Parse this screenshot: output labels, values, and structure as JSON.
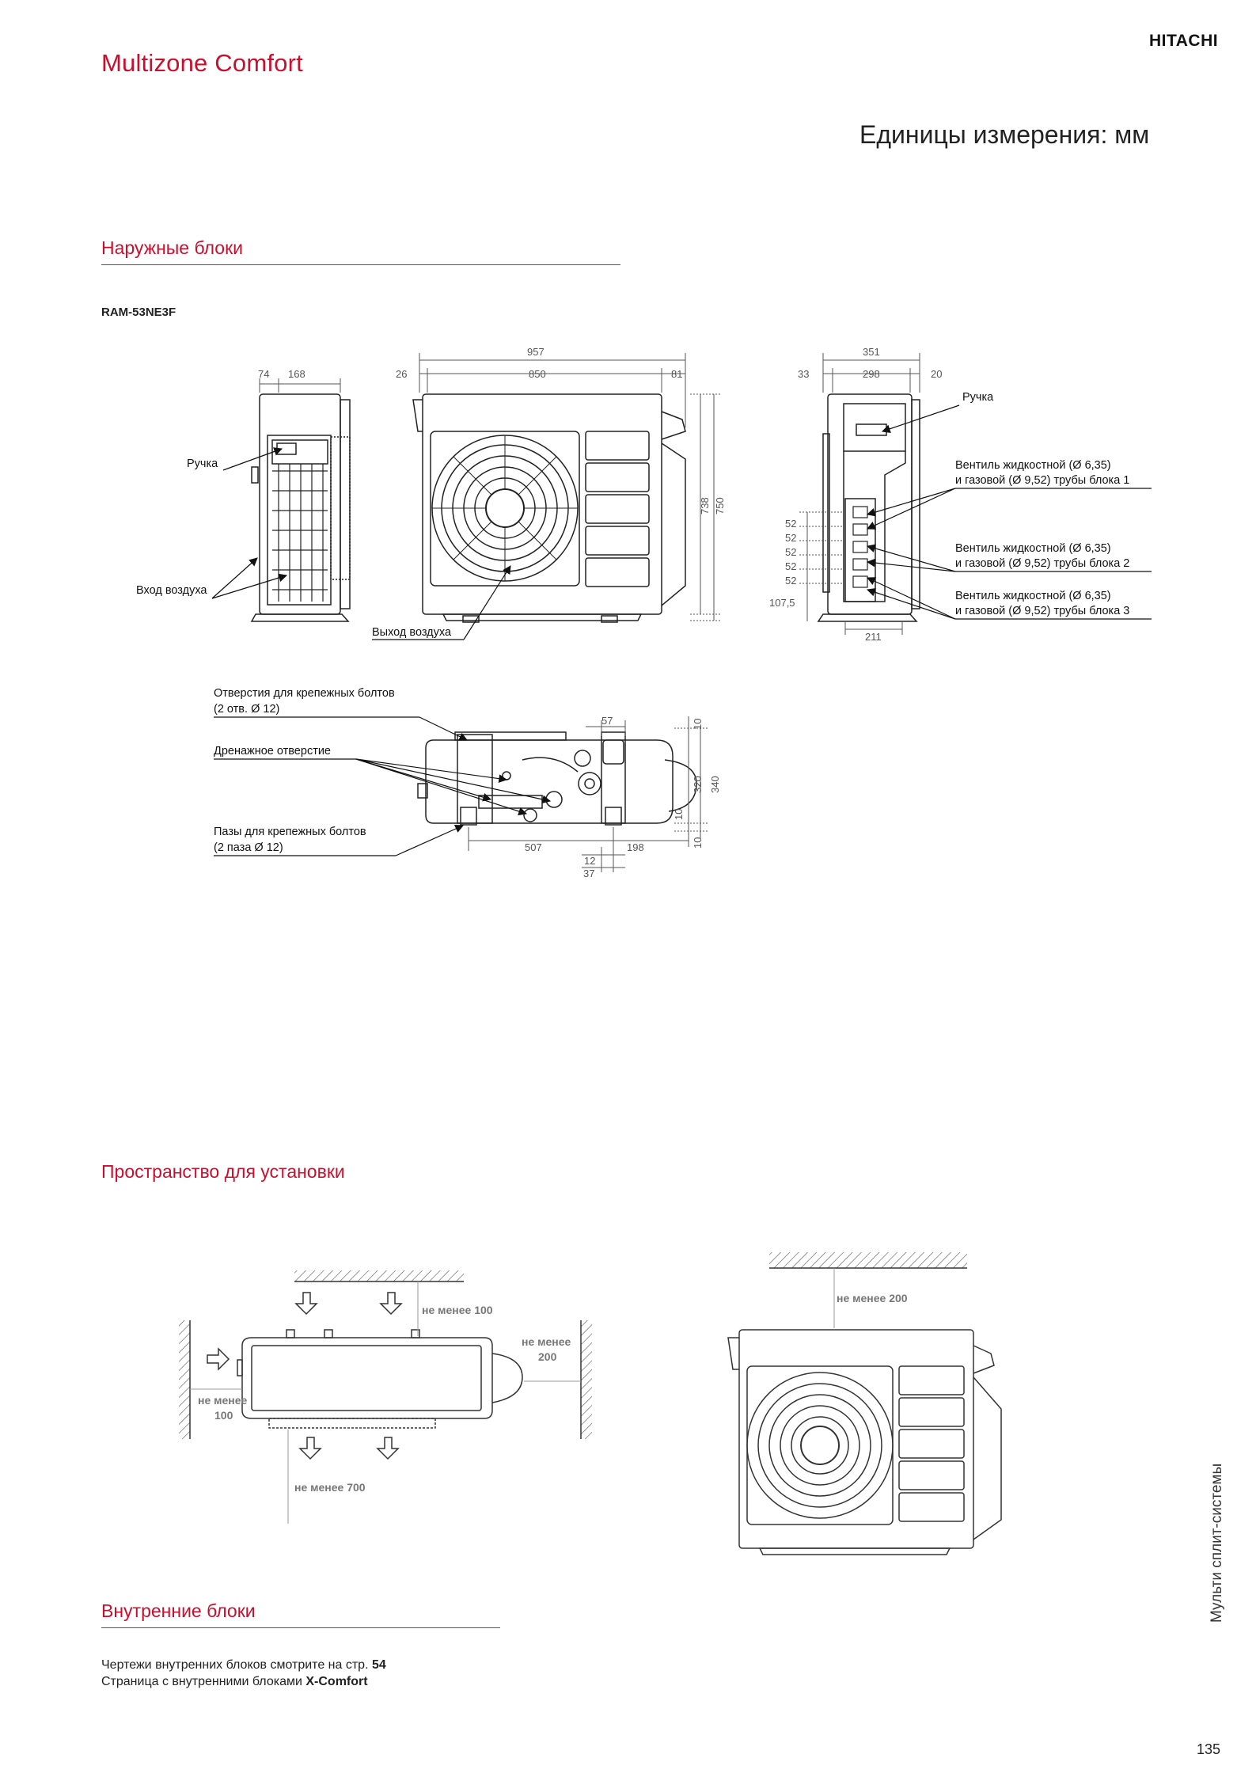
{
  "header": {
    "series_title": "Multizone Comfort",
    "logo_text": "HITACHI",
    "units_label": "Единицы измерения: мм"
  },
  "outdoor": {
    "section_title": "Наружные блоки",
    "model": "RAM-53NE3F",
    "dims": {
      "side_74": "74",
      "side_168": "168",
      "front_957": "957",
      "front_26": "26",
      "front_850": "850",
      "front_81": "81",
      "front_738": "738",
      "front_750": "750",
      "back_351": "351",
      "back_33": "33",
      "back_298": "298",
      "back_20": "20",
      "back_52a": "52",
      "back_52b": "52",
      "back_52c": "52",
      "back_52d": "52",
      "back_52e": "52",
      "back_107": "107,5",
      "back_211": "211",
      "bottom_57": "57",
      "bottom_10a": "10",
      "bottom_320": "320",
      "bottom_340": "340",
      "bottom_10b": "10",
      "bottom_10c": "10",
      "bottom_507": "507",
      "bottom_12": "12",
      "bottom_198": "198",
      "bottom_37": "37"
    },
    "labels": {
      "handle_left": "Ручка",
      "air_inlet": "Вход воздуха",
      "air_outlet": "Выход воздуха",
      "handle_right": "Ручка",
      "valve1_line1": "Вентиль жидкостной (Ø 6,35)",
      "valve1_line2": "и газовой (Ø 9,52) трубы блока 1",
      "valve2_line1": "Вентиль жидкостной (Ø 6,35)",
      "valve2_line2": "и газовой (Ø 9,52) трубы блока 2",
      "valve3_line1": "Вентиль жидкостной (Ø 6,35)",
      "valve3_line2": "и газовой (Ø 9,52) трубы блока 3",
      "bolt_holes_line1": "Отверстия для крепежных болтов",
      "bolt_holes_line2": "(2 отв. Ø 12)",
      "drain": "Дренажное отверстие",
      "bolt_slots_line1": "Пазы для крепежных болтов",
      "bolt_slots_line2": "(2 паза Ø 12)"
    }
  },
  "installation": {
    "section_title": "Пространство для установки",
    "clearances": {
      "top": "не менее 100",
      "right_line1": "не менее",
      "right_line2": "200",
      "left_line1": "не менее",
      "left_line2": "100",
      "front": "не менее 700",
      "above": "не менее 200"
    }
  },
  "indoor": {
    "section_title": "Внутренние блоки",
    "note1_text": "Чертежи внутренних блоков смотрите на стр.",
    "note1_page": "54",
    "note2_text": "Страница с внутренними блоками",
    "note2_name": "X-Comfort"
  },
  "sidebar_text": "Мульти сплит-системы",
  "page_number": "135"
}
